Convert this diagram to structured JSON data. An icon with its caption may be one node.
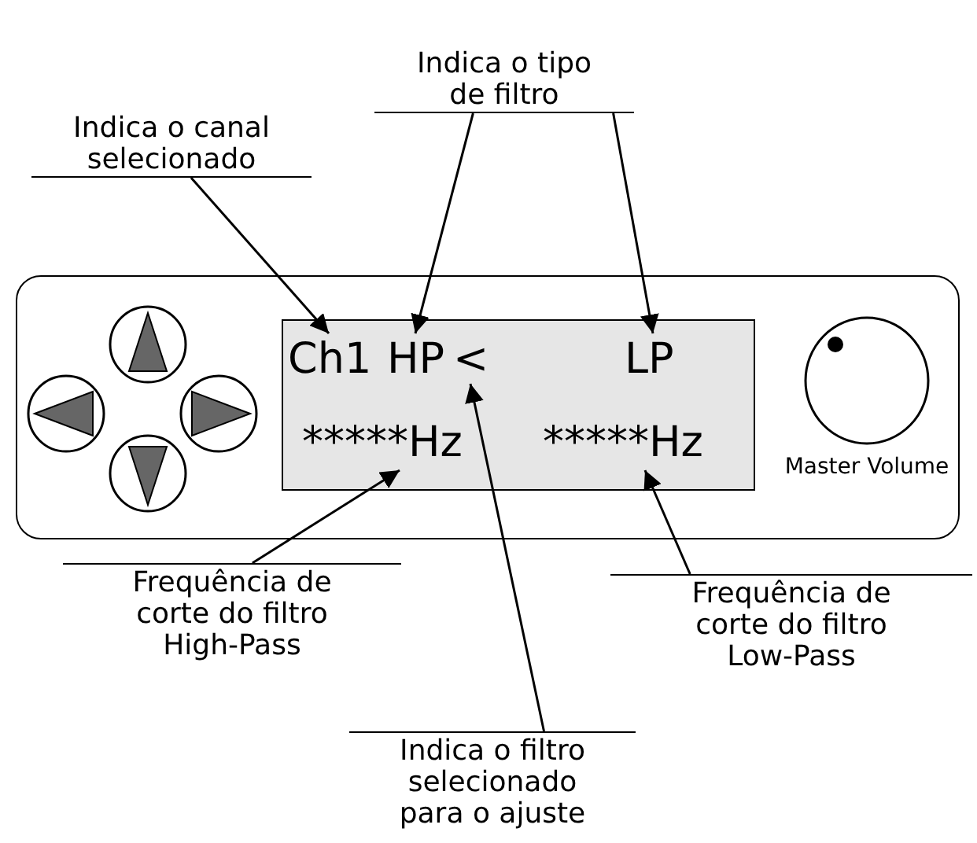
{
  "diagram": {
    "nodes": [
      {
        "text": [
          "Indica o tipo de filtro"
        ]
      },
      {
        "text": [
          "Indica o canal selecionado"
        ]
      },
      {
        "text": [],
        "shape": "box"
      },
      {
        "text": [],
        "shape": "circle",
        "in": 2
      },
      {
        "text": [],
        "shape": "circle",
        "in": 2
      },
      {
        "text": [],
        "shape": "circle",
        "in": 2
      },
      {
        "text": [],
        "shape": "circle",
        "in": 2
      },
      {
        "text": [],
        "shape": "box",
        "in": 2
      },
      {
        "text": [
          "Ch1"
        ],
        "in": 7
      },
      {
        "text": [
          "HP"
        ],
        "in": 7
      },
      {
        "text": [
          "<"
        ],
        "in": 7
      },
      {
        "text": [
          "LP"
        ],
        "in": 7
      },
      {
        "text": [
          "*****Hz"
        ],
        "in": 7
      },
      {
        "text": [
          "*****Hz"
        ],
        "in": 7
      },
      {
        "text": [],
        "shape": "circle",
        "in": 2,
        "beside": [
          "Master Volume"
        ]
      },
      {
        "text": [
          "Frequência de corte do filtro High-Pass"
        ]
      },
      {
        "text": [
          "Frequência de corte do filtro Low-Pass"
        ]
      },
      {
        "text": [
          "Indica o filtro selecionado para o ajuste"
        ]
      }
    ],
    "edges": [
      {
        "from": 1,
        "to": 8,
        "arrow": "to"
      },
      {
        "from": 0,
        "to": 9,
        "arrow": "to"
      },
      {
        "from": 0,
        "to": 11,
        "arrow": "to"
      },
      {
        "from": 15,
        "to": 12,
        "arrow": "to"
      },
      {
        "from": 16,
        "to": 13,
        "arrow": "to"
      },
      {
        "from": 17,
        "to": 10,
        "arrow": "to"
      }
    ]
  }
}
